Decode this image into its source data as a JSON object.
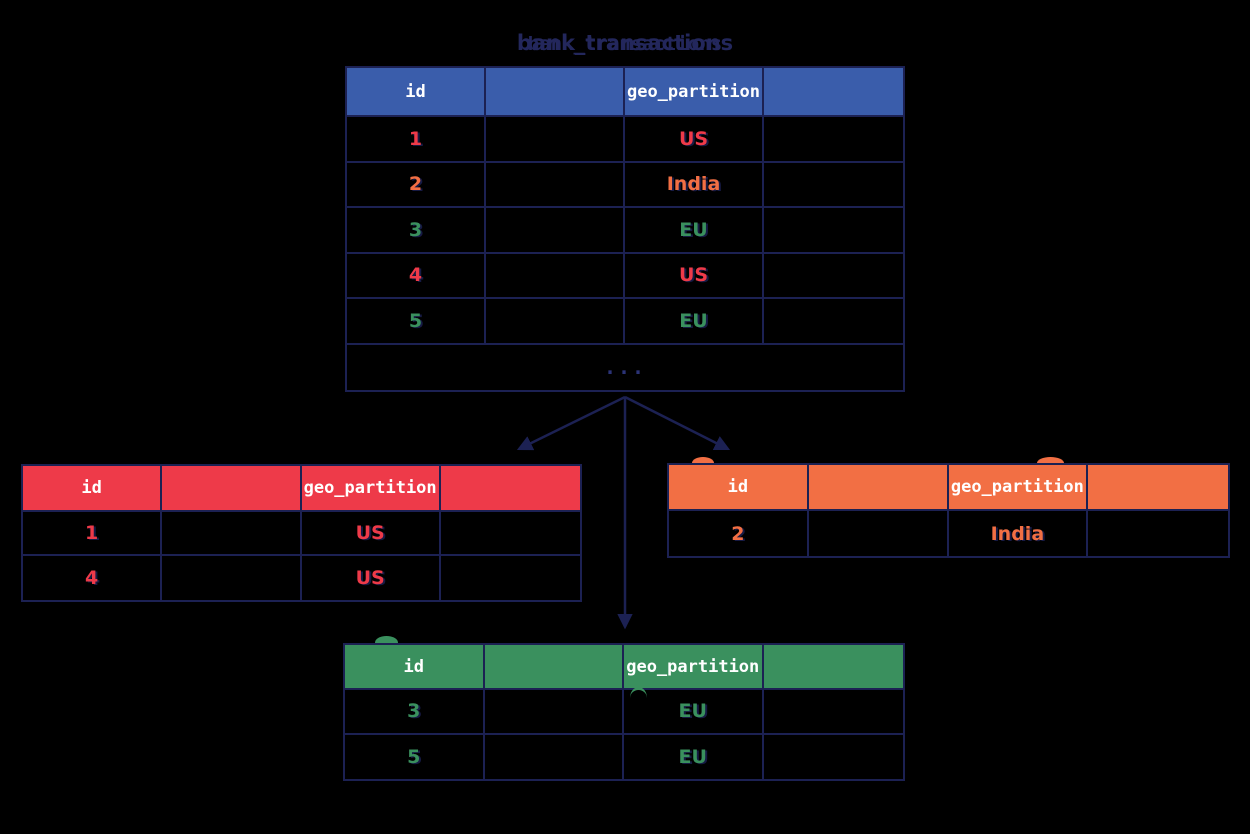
{
  "title": "bank_transactions",
  "colors": {
    "background": "#000000",
    "header_blue": "#3a5dab",
    "us_red": "#ee3a49",
    "india_orange": "#f26f44",
    "eu_green": "#3a905e",
    "border_navy": "#1c2153",
    "title_navy": "#23275c",
    "header_text": "#ffffff"
  },
  "main_table": {
    "columns": [
      "id",
      "",
      "geo_partition",
      ""
    ],
    "rows": [
      {
        "id": "1",
        "geo_partition": "US"
      },
      {
        "id": "2",
        "geo_partition": "India"
      },
      {
        "id": "3",
        "geo_partition": "EU"
      },
      {
        "id": "4",
        "geo_partition": "US"
      },
      {
        "id": "5",
        "geo_partition": "EU"
      }
    ],
    "ellipsis": "..."
  },
  "us_partition_table": {
    "columns": [
      "id",
      "",
      "geo_partition",
      ""
    ],
    "rows": [
      {
        "id": "1",
        "geo_partition": "US"
      },
      {
        "id": "4",
        "geo_partition": "US"
      }
    ]
  },
  "india_partition_table": {
    "columns": [
      "id",
      "",
      "geo_partition",
      ""
    ],
    "rows": [
      {
        "id": "2",
        "geo_partition": "India"
      }
    ]
  },
  "eu_partition_table": {
    "columns": [
      "id",
      "",
      "geo_partition",
      ""
    ],
    "rows": [
      {
        "id": "3",
        "geo_partition": "EU"
      },
      {
        "id": "5",
        "geo_partition": "EU"
      }
    ]
  }
}
